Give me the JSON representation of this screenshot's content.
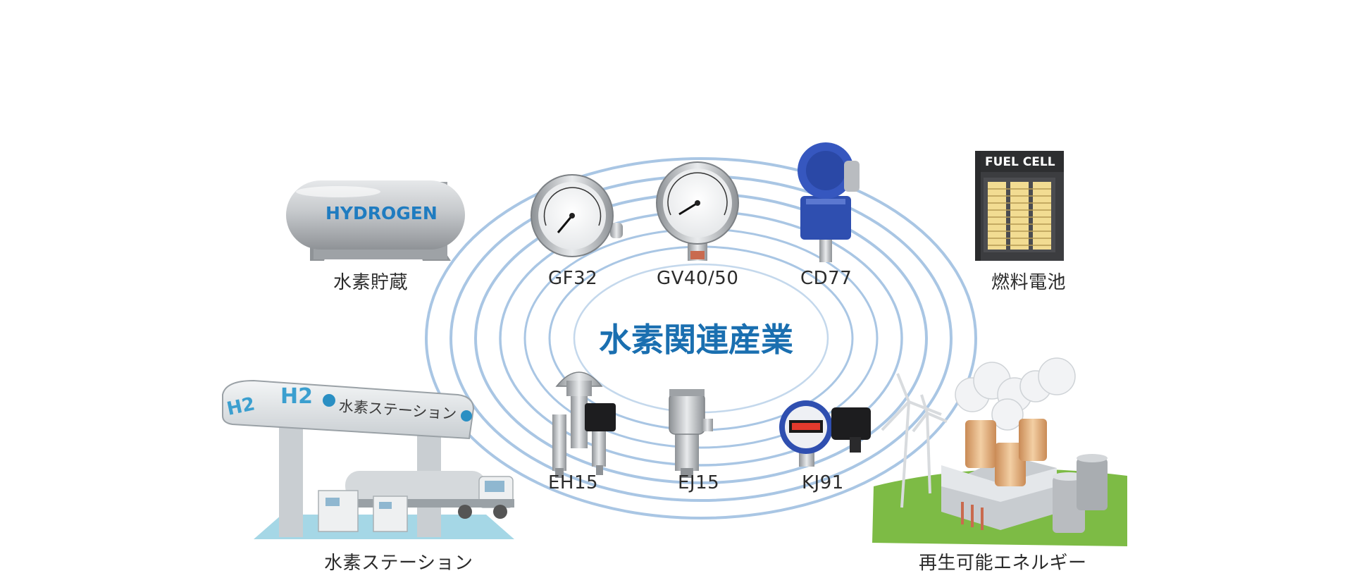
{
  "center_title": "水素関連産業",
  "applications": {
    "storage_tank_text": "HYDROGEN",
    "storage_label": "水素貯蔵",
    "fuel_cell_text": "FUEL CELL",
    "fuel_cell_label": "燃料電池",
    "station_sign_h2": "H2",
    "station_sign_text": "水素ステーション",
    "station_label": "水素ステーション",
    "renewable_label": "再生可能エネルギー"
  },
  "products": {
    "gf32": "GF32",
    "gv40_50": "GV40/50",
    "cd77": "CD77",
    "eh15": "EH15",
    "ej15": "EJ15",
    "kj91": "KJ91"
  },
  "colors": {
    "ring": "#a9c6e4",
    "title": "#1a6fb0",
    "tank": "#b9bcc0",
    "fuel_cell_body": "#3c3d40",
    "grass": "#7dbb45",
    "transmitter_blue": "#2f4fb0"
  }
}
